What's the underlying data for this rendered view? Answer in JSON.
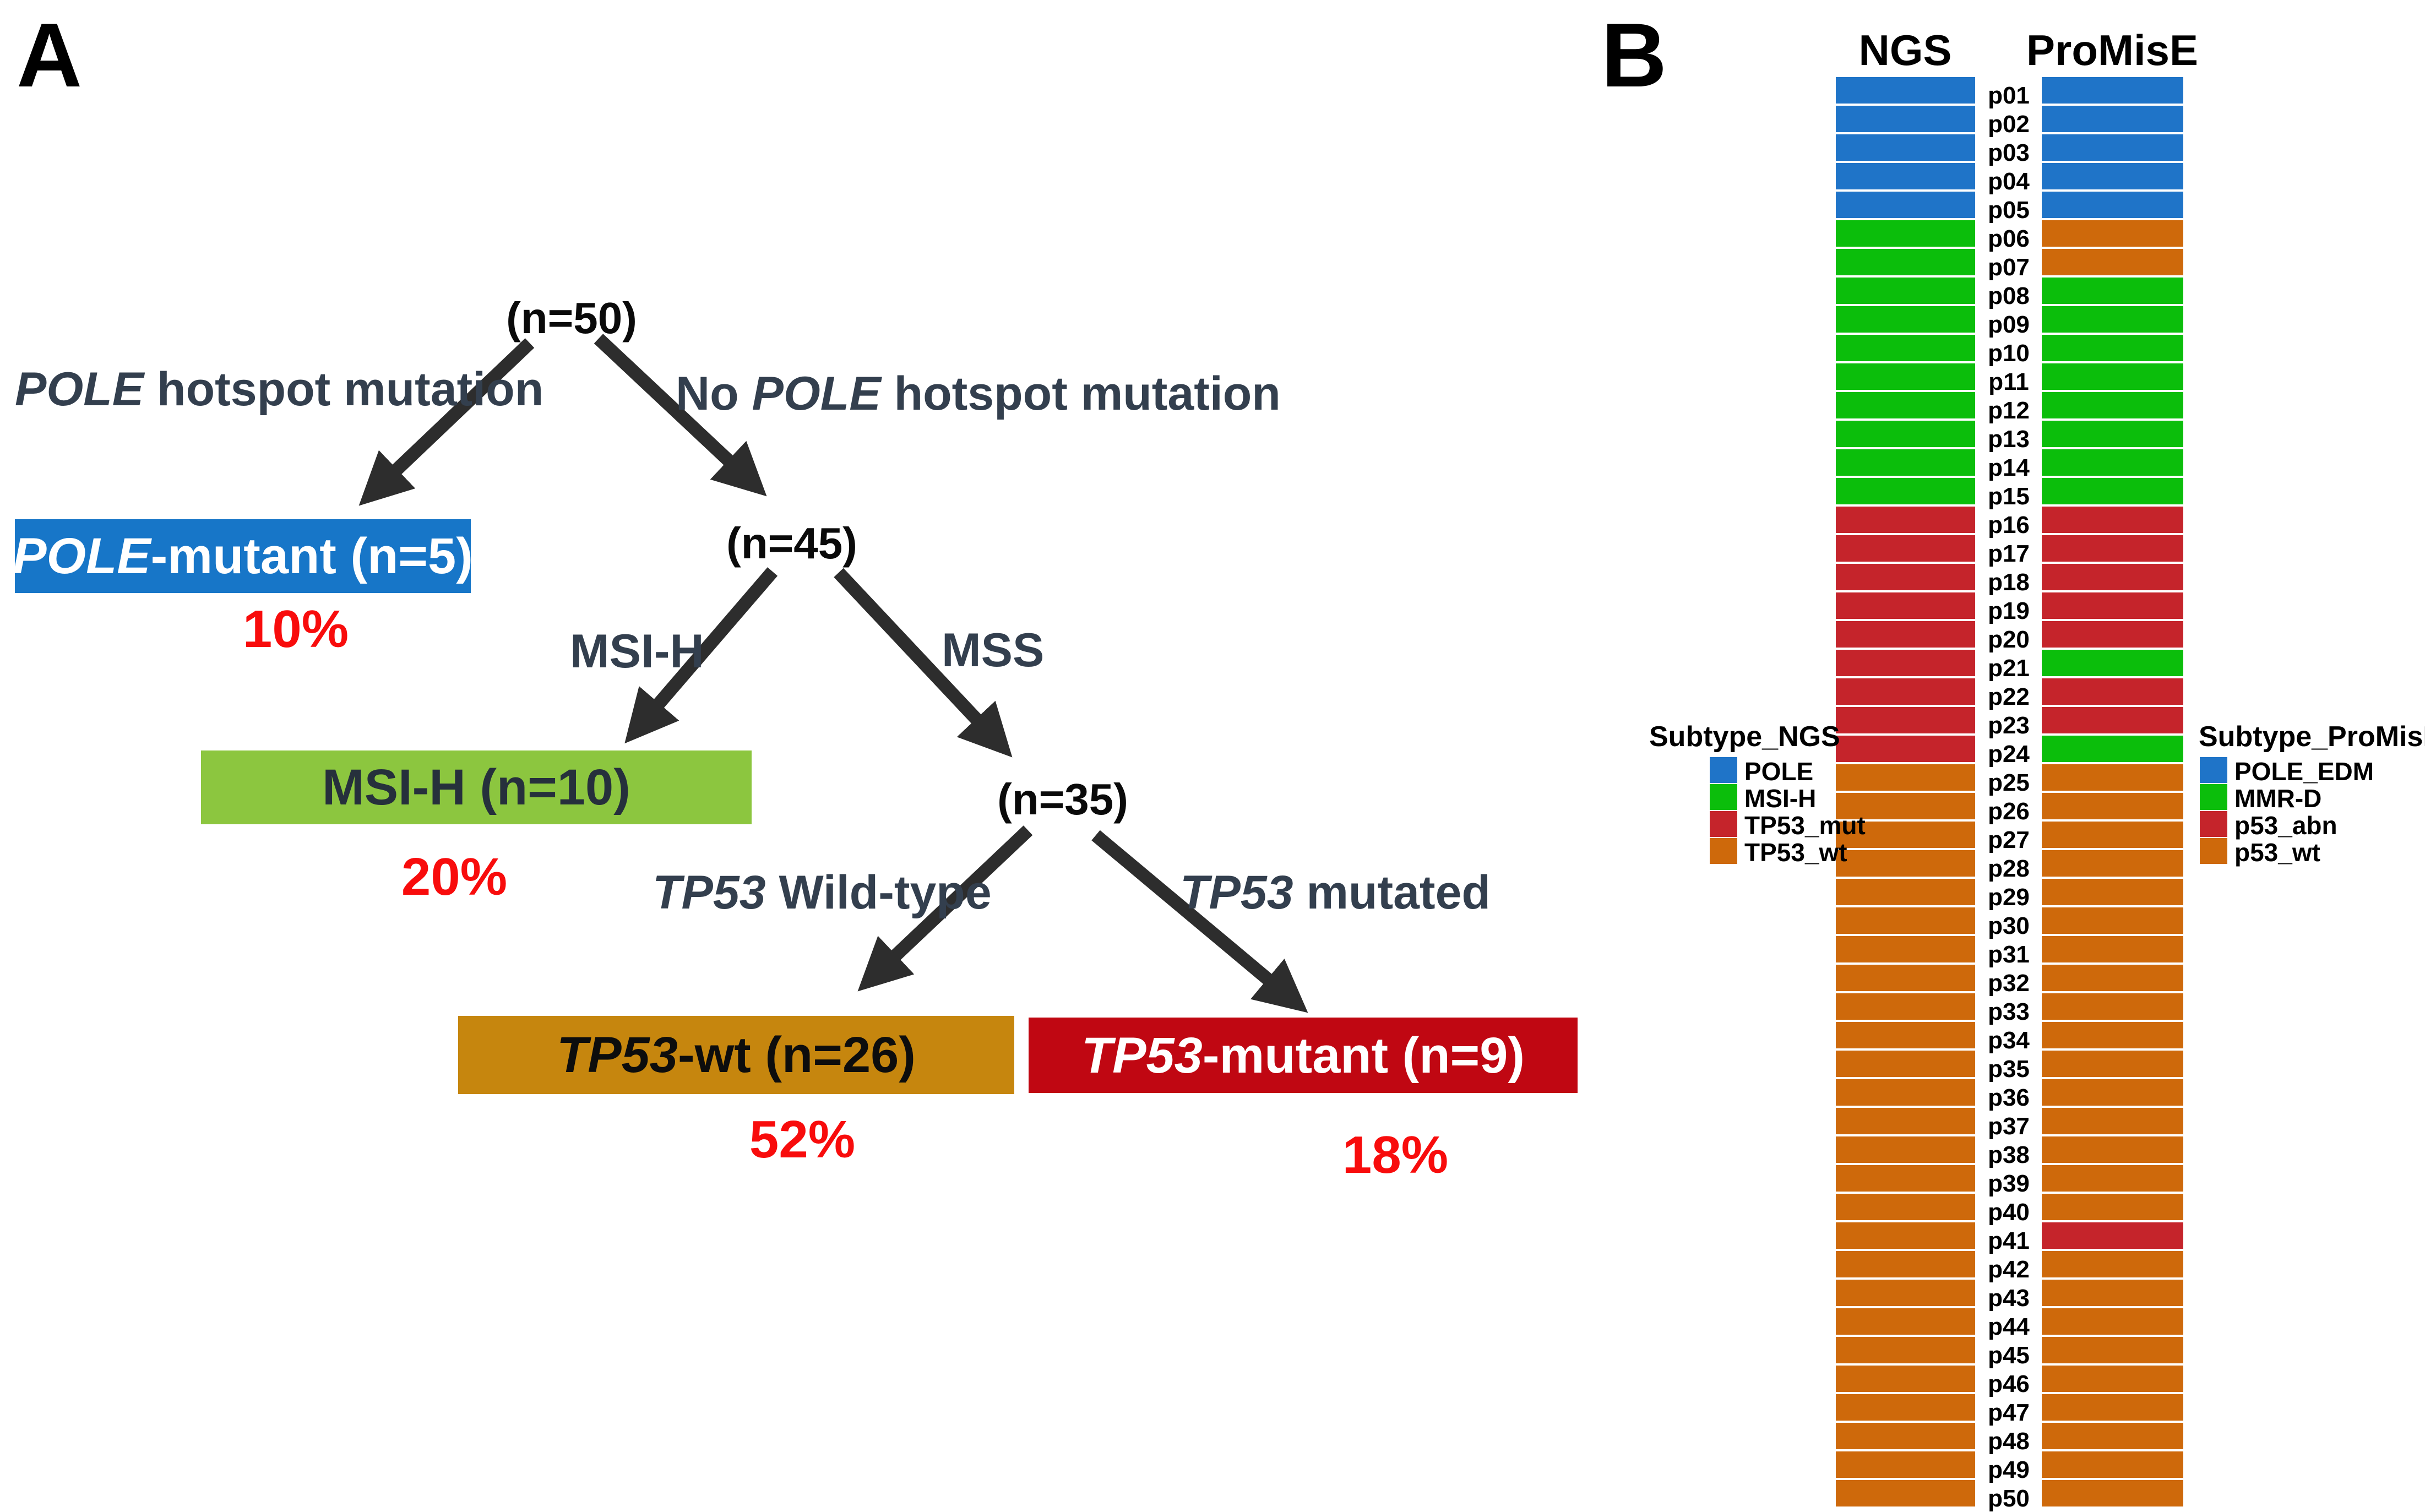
{
  "figure": {
    "panel_a_letter": "A",
    "panel_b_letter": "B"
  },
  "colors": {
    "flow_blue": "#1776C8",
    "flow_green": "#8CC63F",
    "flow_orange": "#C6860E",
    "flow_darkred": "#C00712",
    "branch_text": "#333F4E",
    "percent_red": "#F80C0C",
    "hm_blue": "#1F74C8",
    "hm_green": "#0BBE0B",
    "hm_red": "#C5242B",
    "hm_orange": "#CE690B"
  },
  "flowchart": {
    "root_label": "(n=50)",
    "node45_label": "(n=45)",
    "node35_label": "(n=35)",
    "branch_pole": {
      "pre": "",
      "it": "POLE",
      "post": " hotspot mutation"
    },
    "branch_no_pole": {
      "pre": "No ",
      "it": "POLE",
      "post": " hotspot mutation"
    },
    "branch_msih": {
      "pre": "MSI-H",
      "it": "",
      "post": ""
    },
    "branch_mss": {
      "pre": "MSS",
      "it": "",
      "post": ""
    },
    "branch_tp53_wildtype": {
      "pre": "",
      "it": "TP53",
      "post": " Wild-type"
    },
    "branch_tp53_mutated": {
      "pre": "",
      "it": "TP53",
      "post": " mutated"
    },
    "box_pole": {
      "it": "POLE",
      "rest": "-mutant (n=5)",
      "percent": "10%"
    },
    "box_msih": {
      "it": "",
      "rest": "MSI-H (n=10)",
      "percent": "20%"
    },
    "box_tp53wt": {
      "it": "TP53",
      "rest": "-wt (n=26)",
      "percent": "52%"
    },
    "box_tp53mut": {
      "it": "TP53",
      "rest": "-mutant (n=9)",
      "percent": "18%"
    }
  },
  "chart_data": {
    "type": "heatmap",
    "title": "",
    "columns": [
      "NGS",
      "ProMisE"
    ],
    "legend_position": "bottom-sides",
    "colors": {
      "NGS": {
        "POLE": "#1F74C8",
        "MSI-H": "#0BBE0B",
        "TP53_mut": "#C5242B",
        "TP53_wt": "#CE690B"
      },
      "ProMisE": {
        "POLE_EDM": "#1F74C8",
        "MMR-D": "#0BBE0B",
        "p53_abn": "#C5242B",
        "p53_wt": "#CE690B"
      }
    },
    "rows": [
      {
        "id": "p01",
        "ngs": "POLE",
        "promise": "POLE_EDM"
      },
      {
        "id": "p02",
        "ngs": "POLE",
        "promise": "POLE_EDM"
      },
      {
        "id": "p03",
        "ngs": "POLE",
        "promise": "POLE_EDM"
      },
      {
        "id": "p04",
        "ngs": "POLE",
        "promise": "POLE_EDM"
      },
      {
        "id": "p05",
        "ngs": "POLE",
        "promise": "POLE_EDM"
      },
      {
        "id": "p06",
        "ngs": "MSI-H",
        "promise": "p53_wt"
      },
      {
        "id": "p07",
        "ngs": "MSI-H",
        "promise": "p53_wt"
      },
      {
        "id": "p08",
        "ngs": "MSI-H",
        "promise": "MMR-D"
      },
      {
        "id": "p09",
        "ngs": "MSI-H",
        "promise": "MMR-D"
      },
      {
        "id": "p10",
        "ngs": "MSI-H",
        "promise": "MMR-D"
      },
      {
        "id": "p11",
        "ngs": "MSI-H",
        "promise": "MMR-D"
      },
      {
        "id": "p12",
        "ngs": "MSI-H",
        "promise": "MMR-D"
      },
      {
        "id": "p13",
        "ngs": "MSI-H",
        "promise": "MMR-D"
      },
      {
        "id": "p14",
        "ngs": "MSI-H",
        "promise": "MMR-D"
      },
      {
        "id": "p15",
        "ngs": "MSI-H",
        "promise": "MMR-D"
      },
      {
        "id": "p16",
        "ngs": "TP53_mut",
        "promise": "p53_abn"
      },
      {
        "id": "p17",
        "ngs": "TP53_mut",
        "promise": "p53_abn"
      },
      {
        "id": "p18",
        "ngs": "TP53_mut",
        "promise": "p53_abn"
      },
      {
        "id": "p19",
        "ngs": "TP53_mut",
        "promise": "p53_abn"
      },
      {
        "id": "p20",
        "ngs": "TP53_mut",
        "promise": "p53_abn"
      },
      {
        "id": "p21",
        "ngs": "TP53_mut",
        "promise": "MMR-D"
      },
      {
        "id": "p22",
        "ngs": "TP53_mut",
        "promise": "p53_abn"
      },
      {
        "id": "p23",
        "ngs": "TP53_mut",
        "promise": "p53_abn"
      },
      {
        "id": "p24",
        "ngs": "TP53_mut",
        "promise": "MMR-D"
      },
      {
        "id": "p25",
        "ngs": "TP53_wt",
        "promise": "p53_wt"
      },
      {
        "id": "p26",
        "ngs": "TP53_wt",
        "promise": "p53_wt"
      },
      {
        "id": "p27",
        "ngs": "TP53_wt",
        "promise": "p53_wt"
      },
      {
        "id": "p28",
        "ngs": "TP53_wt",
        "promise": "p53_wt"
      },
      {
        "id": "p29",
        "ngs": "TP53_wt",
        "promise": "p53_wt"
      },
      {
        "id": "p30",
        "ngs": "TP53_wt",
        "promise": "p53_wt"
      },
      {
        "id": "p31",
        "ngs": "TP53_wt",
        "promise": "p53_wt"
      },
      {
        "id": "p32",
        "ngs": "TP53_wt",
        "promise": "p53_wt"
      },
      {
        "id": "p33",
        "ngs": "TP53_wt",
        "promise": "p53_wt"
      },
      {
        "id": "p34",
        "ngs": "TP53_wt",
        "promise": "p53_wt"
      },
      {
        "id": "p35",
        "ngs": "TP53_wt",
        "promise": "p53_wt"
      },
      {
        "id": "p36",
        "ngs": "TP53_wt",
        "promise": "p53_wt"
      },
      {
        "id": "p37",
        "ngs": "TP53_wt",
        "promise": "p53_wt"
      },
      {
        "id": "p38",
        "ngs": "TP53_wt",
        "promise": "p53_wt"
      },
      {
        "id": "p39",
        "ngs": "TP53_wt",
        "promise": "p53_wt"
      },
      {
        "id": "p40",
        "ngs": "TP53_wt",
        "promise": "p53_wt"
      },
      {
        "id": "p41",
        "ngs": "TP53_wt",
        "promise": "p53_abn"
      },
      {
        "id": "p42",
        "ngs": "TP53_wt",
        "promise": "p53_wt"
      },
      {
        "id": "p43",
        "ngs": "TP53_wt",
        "promise": "p53_wt"
      },
      {
        "id": "p44",
        "ngs": "TP53_wt",
        "promise": "p53_wt"
      },
      {
        "id": "p45",
        "ngs": "TP53_wt",
        "promise": "p53_wt"
      },
      {
        "id": "p46",
        "ngs": "TP53_wt",
        "promise": "p53_wt"
      },
      {
        "id": "p47",
        "ngs": "TP53_wt",
        "promise": "p53_wt"
      },
      {
        "id": "p48",
        "ngs": "TP53_wt",
        "promise": "p53_wt"
      },
      {
        "id": "p49",
        "ngs": "TP53_wt",
        "promise": "p53_wt"
      },
      {
        "id": "p50",
        "ngs": "TP53_wt",
        "promise": "p53_wt"
      }
    ]
  },
  "heatmap_headers": {
    "ngs": "NGS",
    "promise": "ProMisE"
  },
  "legend_ngs": {
    "title": "Subtype_NGS",
    "items": [
      {
        "label": "POLE",
        "key": "POLE"
      },
      {
        "label": "MSI-H",
        "key": "MSI-H"
      },
      {
        "label": "TP53_mut",
        "key": "TP53_mut"
      },
      {
        "label": "TP53_wt",
        "key": "TP53_wt"
      }
    ]
  },
  "legend_promise": {
    "title": "Subtype_ProMisE",
    "items": [
      {
        "label": "POLE_EDM",
        "key": "POLE_EDM"
      },
      {
        "label": "MMR-D",
        "key": "MMR-D"
      },
      {
        "label": "p53_abn",
        "key": "p53_abn"
      },
      {
        "label": "p53_wt",
        "key": "p53_wt"
      }
    ]
  }
}
